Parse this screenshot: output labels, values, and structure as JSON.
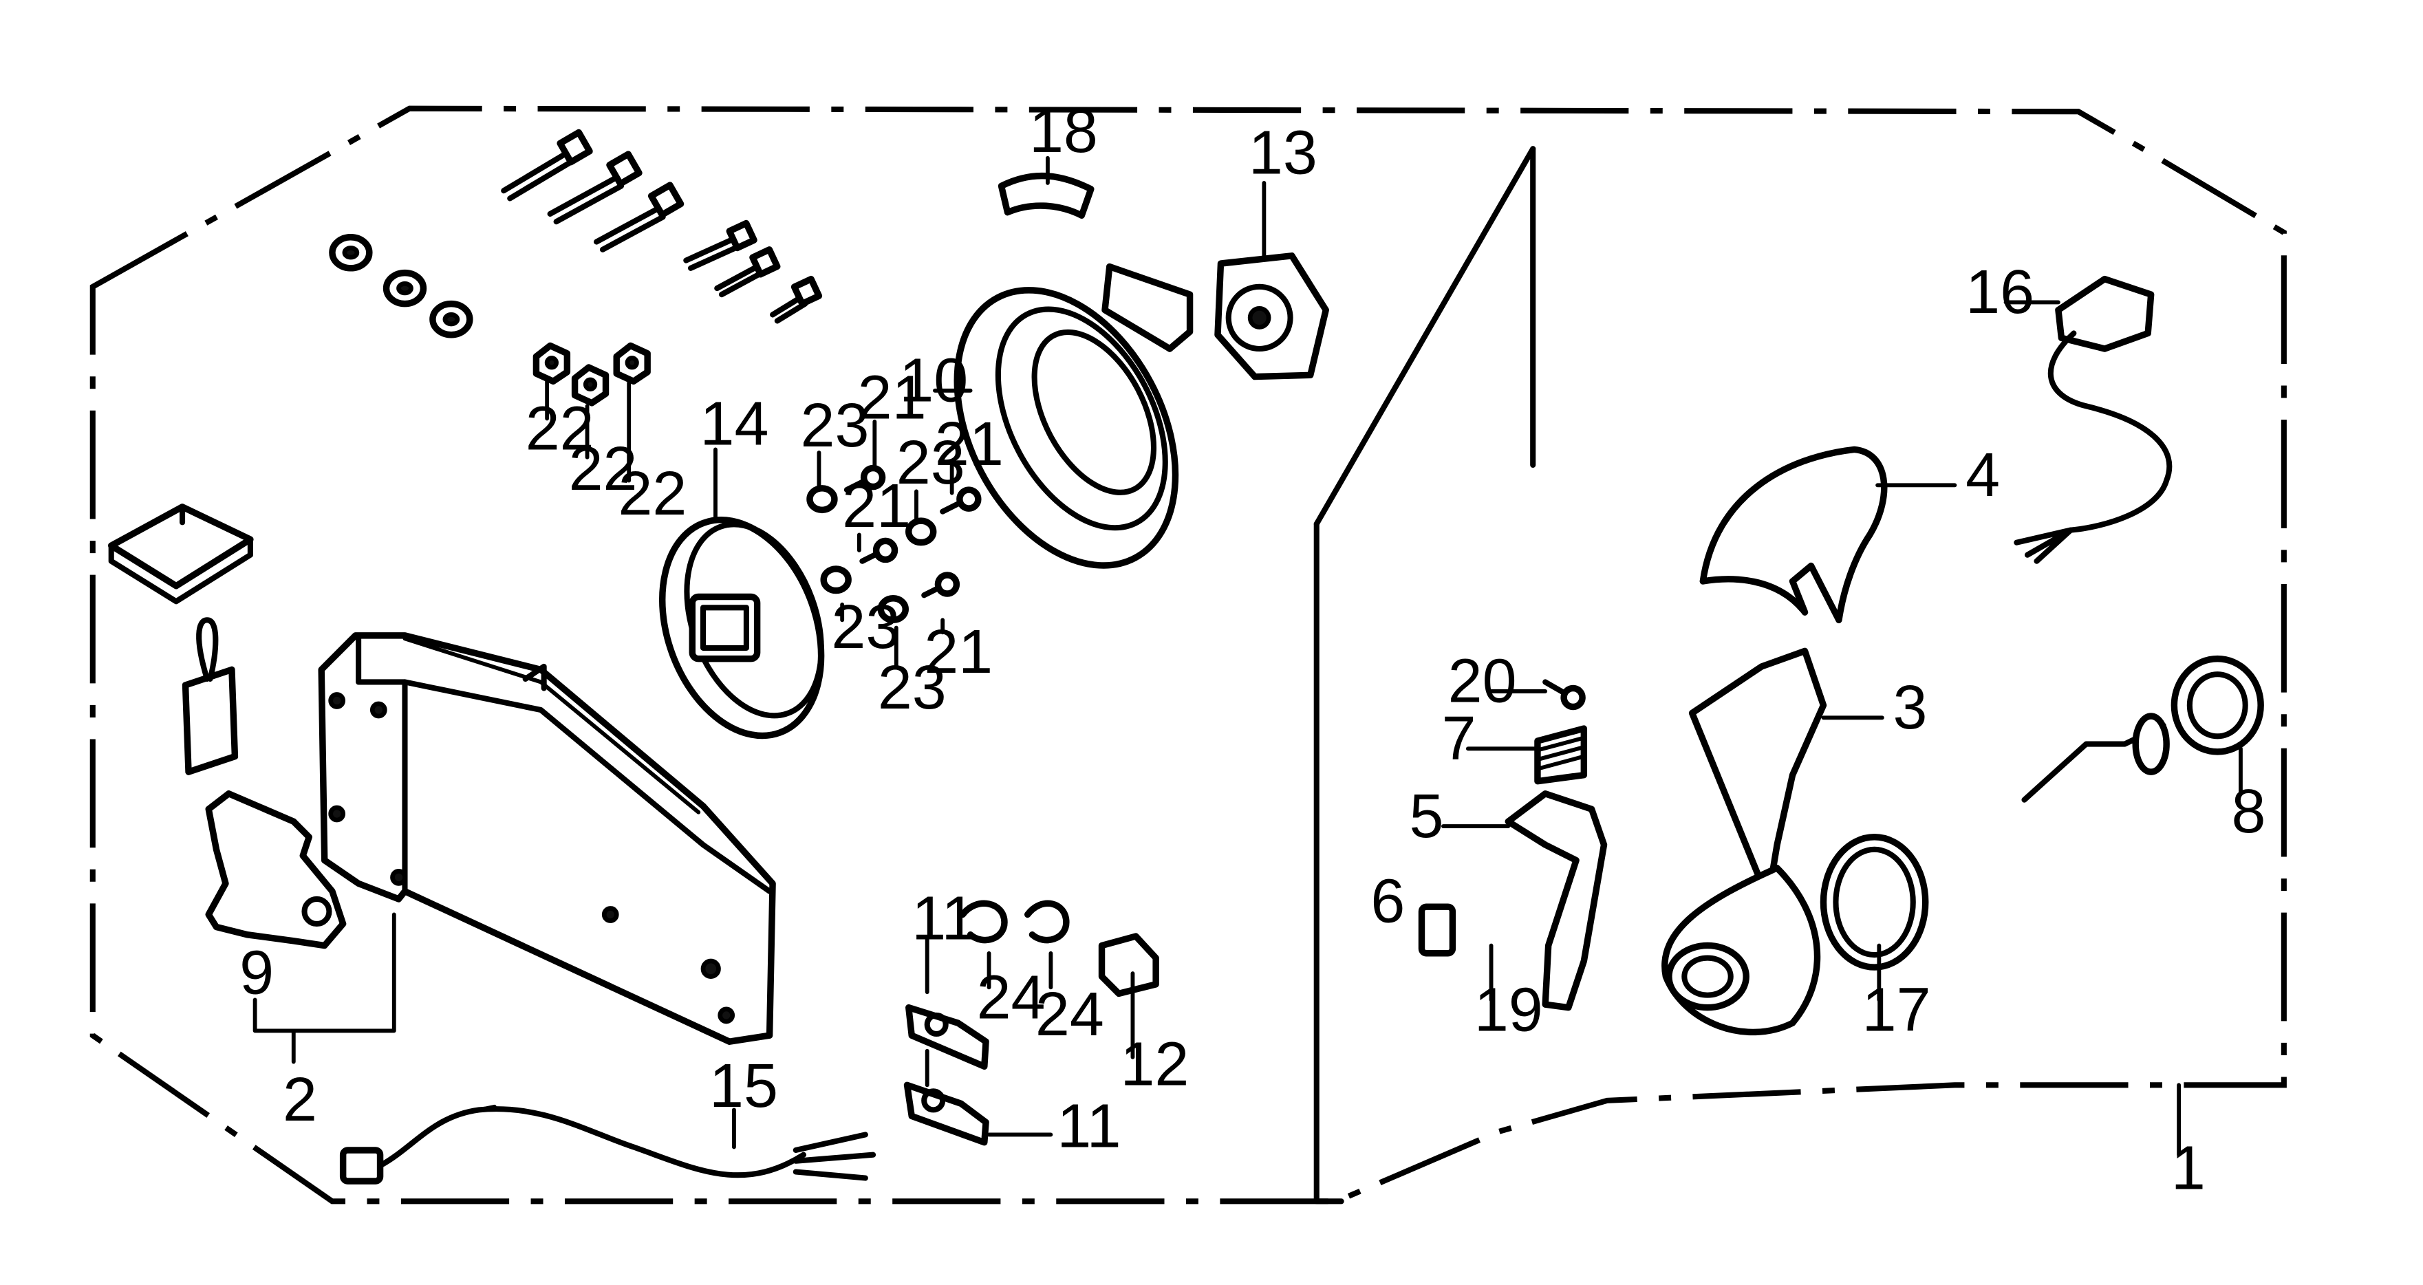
{
  "diagram": {
    "callouts": {
      "n1": "1",
      "n2": "2",
      "n3": "3",
      "n4": "4",
      "n5": "5",
      "n6": "6",
      "n7": "7",
      "n8": "8",
      "n9": "9",
      "n10": "10",
      "n11a": "11",
      "n11b": "11",
      "n12": "12",
      "n13": "13",
      "n14": "14",
      "n15": "15",
      "n16": "16",
      "n17": "17",
      "n18": "18",
      "n19": "19",
      "n20": "20",
      "n21a": "21",
      "n21b": "21",
      "n21c": "21",
      "n21d": "21",
      "n22a": "22",
      "n22b": "22",
      "n22c": "22",
      "n23a": "23",
      "n23b": "23",
      "n23c": "23",
      "n23d": "23",
      "n24a": "24",
      "n24b": "24"
    }
  }
}
